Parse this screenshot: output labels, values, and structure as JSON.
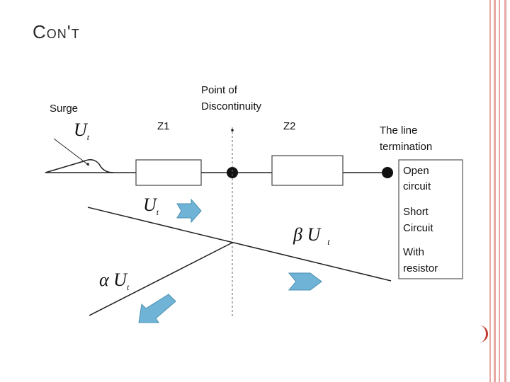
{
  "slide": {
    "title": "Con't"
  },
  "diagram": {
    "surge_label": "Surge",
    "u_t_main": "U",
    "u_t_sub": "t",
    "z1_label": "Z1",
    "z2_label": "Z2",
    "discontinuity_line1": "Point of",
    "discontinuity_line2": "Discontinuity",
    "termination_line1": "The line",
    "termination_line2": "termination",
    "term_options": [
      [
        "Open",
        "circuit"
      ],
      [
        "Short",
        "Circuit"
      ],
      [
        "With",
        "resistor"
      ]
    ],
    "incident_main": "U",
    "incident_sub": "t",
    "transmitted_main": "β U",
    "transmitted_sub": "t",
    "reflected_main": "α U",
    "reflected_sub": "t",
    "arrow_color": "#6fb3d6",
    "border_color": "#e7a7a2"
  }
}
